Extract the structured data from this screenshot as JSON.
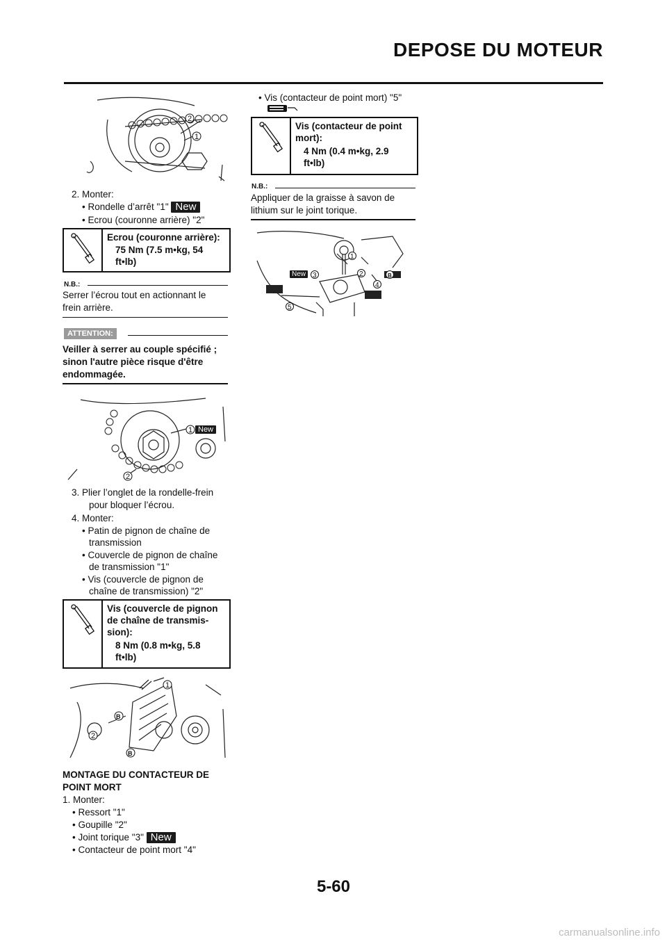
{
  "header": {
    "title": "DEPOSE DU MOTEUR"
  },
  "left": {
    "step2": "2.  Monter:",
    "step2_b1": "•  Rondelle d’arrêt \"1\"",
    "step2_b2": "•  Ecrou (couronne arrière) \"2\"",
    "new": "New",
    "torque1": {
      "title": "Ecrou (couronne arrière):",
      "val1": "75 Nm (7.5 m•kg, 54",
      "val2": "ft•lb)"
    },
    "nb_label": "N.B.:",
    "nb1_l1": "Serrer l’écrou tout en actionnant le",
    "nb1_l2": "frein arrière.",
    "attention": "ATTENTION:",
    "attn_l1": "Veiller à serrer au couple spécifié ;",
    "attn_l2": "sinon l'autre pièce risque d'être",
    "attn_l3": "endommagée.",
    "step3_l1": "3.  Plier l’onglet de la rondelle-frein",
    "step3_l2": "pour bloquer l’écrou.",
    "step4": "4.  Monter:",
    "step4_b1a": "•  Patin de pignon de chaîne de",
    "step4_b1b": "transmission",
    "step4_b2a": "•  Couvercle de pignon de chaîne",
    "step4_b2b": "de transmission \"1\"",
    "step4_b3a": "•  Vis (couvercle de pignon de",
    "step4_b3b": "chaîne de transmission) \"2\"",
    "torque2": {
      "t1": "Vis (couvercle de pignon",
      "t2": "de chaîne de transmis-",
      "t3": "sion):",
      "val1": "8 Nm (0.8 m•kg, 5.8",
      "val2": "ft•lb)"
    },
    "section_l1": "MONTAGE DU CONTACTEUR DE",
    "section_l2": "POINT MORT",
    "s1": "1.  Monter:",
    "s1_b1": "•  Ressort \"1\"",
    "s1_b2": "•  Goupille \"2\"",
    "s1_b3": "•  Joint torique \"3\"",
    "s1_b4": "•  Contacteur de point mort \"4\""
  },
  "right": {
    "b5": "•  Vis (contacteur de point mort) \"5\"",
    "torque3": {
      "t1": "Vis (contacteur de point",
      "t2": "mort):",
      "val1": "4 Nm (0.4 m•kg, 2.9",
      "val2": "ft•lb)"
    },
    "nb2_l1": "Appliquer de la graisse à savon de",
    "nb2_l2": "lithium sur le joint torique."
  },
  "figures": {
    "fig1_callouts": [
      "2",
      "1"
    ],
    "fig2_callouts": [
      "1",
      "2"
    ],
    "fig3_callouts": [
      "1",
      "2",
      "B"
    ],
    "fig4_callouts": [
      "1",
      "2",
      "3",
      "4",
      "5",
      "B"
    ]
  },
  "footer": {
    "page": "5-60",
    "watermark": "carmanualsonline.info"
  }
}
